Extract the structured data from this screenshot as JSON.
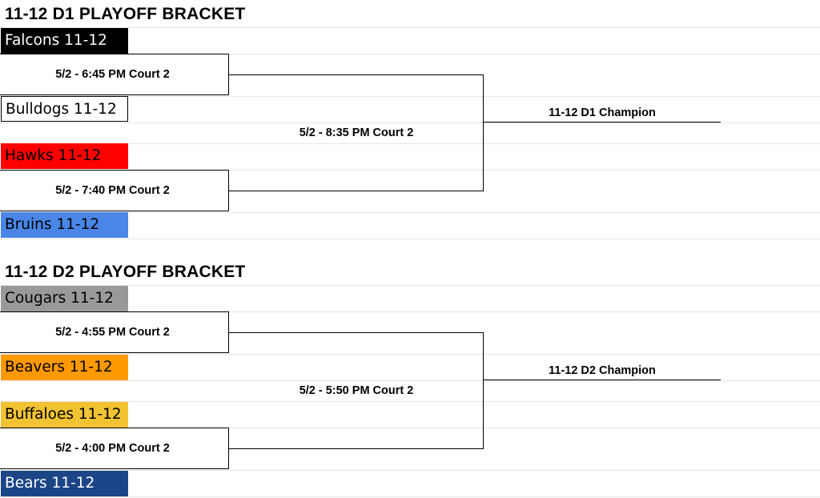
{
  "d1": {
    "title": "11-12 D1 PLAYOFF BRACKET",
    "teams": [
      {
        "name": "Falcons 11-12",
        "bg": "#000000",
        "fg": "#ffffff"
      },
      {
        "name": "Bulldogs 11-12",
        "bg": "#ffffff",
        "fg": "#000000"
      },
      {
        "name": "Hawks 11-12",
        "bg": "#ff0000",
        "fg": "#000000"
      },
      {
        "name": "Bruins 11-12",
        "bg": "#4a86e8",
        "fg": "#000000"
      }
    ],
    "game1": "5/2 - 6:45 PM Court 2",
    "game2": "5/2 - 7:40 PM Court 2",
    "final": "5/2 - 8:35 PM Court 2",
    "champion": "11-12 D1 Champion"
  },
  "d2": {
    "title": "11-12 D2 PLAYOFF BRACKET",
    "teams": [
      {
        "name": "Cougars 11-12",
        "bg": "#999999",
        "fg": "#000000"
      },
      {
        "name": "Beavers 11-12",
        "bg": "#ff9900",
        "fg": "#000000"
      },
      {
        "name": "Buffaloes 11-12",
        "bg": "#f1c232",
        "fg": "#000000"
      },
      {
        "name": "Bears 11-12",
        "bg": "#1c4587",
        "fg": "#ffffff"
      }
    ],
    "game1": "5/2 - 4:55 PM Court 2",
    "game2": "5/2 - 4:00 PM Court 2",
    "final": "5/2 - 5:50 PM Court 2",
    "champion": "11-12 D2 Champion"
  }
}
